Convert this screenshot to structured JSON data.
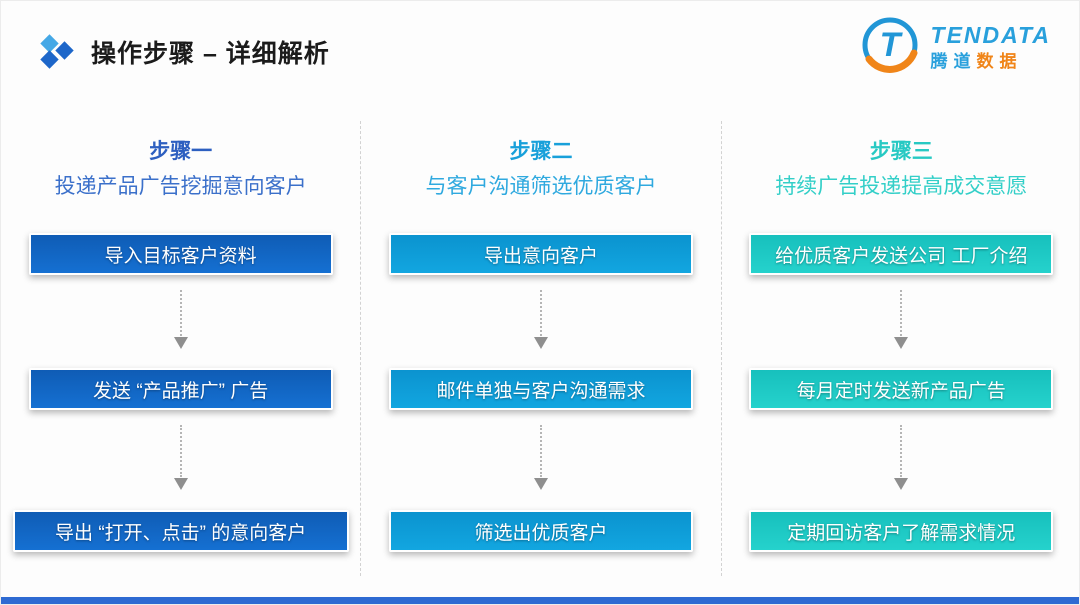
{
  "header": {
    "title": "操作步骤 – 详细解析",
    "logo": {
      "brand_en": "TENDATA",
      "brand_cn_blue": "腾道",
      "brand_cn_orange": "数据",
      "mark_letter": "T"
    }
  },
  "columns": [
    {
      "step_title": "步骤一",
      "subtitle": "投递产品广告挖掘意向客户",
      "accent_color": "#2d5fc0",
      "box_color": "#1468c8",
      "boxes": [
        "导入目标客户资料",
        "发送 “产品推广” 广告",
        "导出 “打开、点击” 的意向客户"
      ]
    },
    {
      "step_title": "步骤二",
      "subtitle": "与客户沟通筛选优质客户",
      "accent_color": "#18a0da",
      "box_color": "#0f9fd8",
      "boxes": [
        "导出意向客户",
        "邮件单独与客户沟通需求",
        "筛选出优质客户"
      ]
    },
    {
      "step_title": "步骤三",
      "subtitle": "持续广告投递提高成交意愿",
      "accent_color": "#27c9c3",
      "box_color": "#1ec9c5",
      "boxes": [
        "给优质客户发送公司 工厂介绍",
        "每月定时发送新产品广告",
        "定期回访客户了解需求情况"
      ]
    }
  ],
  "footer": {
    "bar_color": "#2e6ad2"
  }
}
